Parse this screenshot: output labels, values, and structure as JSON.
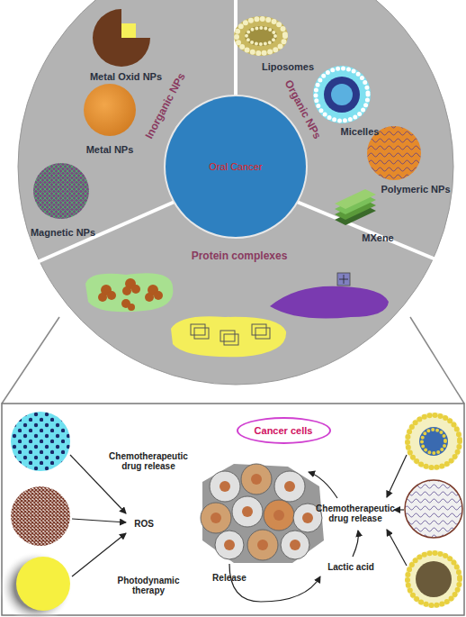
{
  "diagram": {
    "nodes": [
      {
        "text": [
          "Oral Cancer"
        ]
      },
      {
        "text": [
          "Cancer cells"
        ]
      }
    ],
    "labels": [
      "Metal Oxid NPs",
      "Metal NPs",
      "Magnetic NPs",
      "Inorganic NPs",
      "Liposomes",
      "Micelles",
      "Polymeric NPs",
      "MXene",
      "Organic NPs",
      "Protein complexes",
      "Chemotherapeutic drug release",
      "ROS",
      "Photodynamic therapy",
      "Chemotherapeutic drug release",
      "Release",
      "Lactic acid"
    ]
  }
}
